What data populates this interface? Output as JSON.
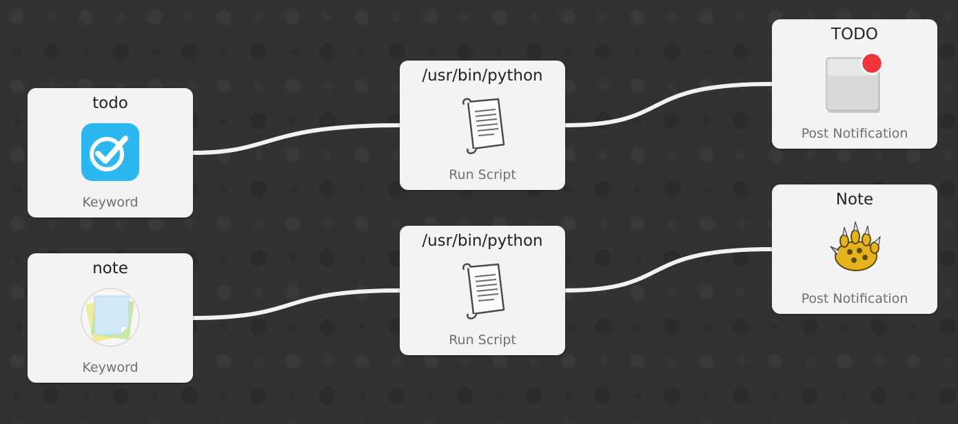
{
  "workflow": {
    "nodes": [
      {
        "id": "kw-todo",
        "title": "todo",
        "subtitle": "Keyword",
        "icon": "checkmark-icon"
      },
      {
        "id": "kw-note",
        "title": "note",
        "subtitle": "Keyword",
        "icon": "sticky-notes-icon"
      },
      {
        "id": "script-todo",
        "title": "/usr/bin/python",
        "subtitle": "Run Script",
        "icon": "script-scroll-icon"
      },
      {
        "id": "script-note",
        "title": "/usr/bin/python",
        "subtitle": "Run Script",
        "icon": "script-scroll-icon"
      },
      {
        "id": "notify-todo",
        "title": "TODO",
        "subtitle": "Post Notification",
        "icon": "notification-badge-icon"
      },
      {
        "id": "notify-note",
        "title": "Note",
        "subtitle": "Post Notification",
        "icon": "growl-paw-icon"
      }
    ],
    "connections": [
      {
        "from": "kw-todo",
        "to": "script-todo"
      },
      {
        "from": "kw-note",
        "to": "script-note"
      },
      {
        "from": "script-todo",
        "to": "notify-todo"
      },
      {
        "from": "script-note",
        "to": "notify-note"
      }
    ],
    "colors": {
      "background": "#323232",
      "node": "#f3f3f3",
      "connection": "#f2f2f2",
      "checkmark_tile": "#2bb7f0",
      "notification_dot": "#f0353a",
      "growl_paw": "#e6b31c"
    }
  }
}
